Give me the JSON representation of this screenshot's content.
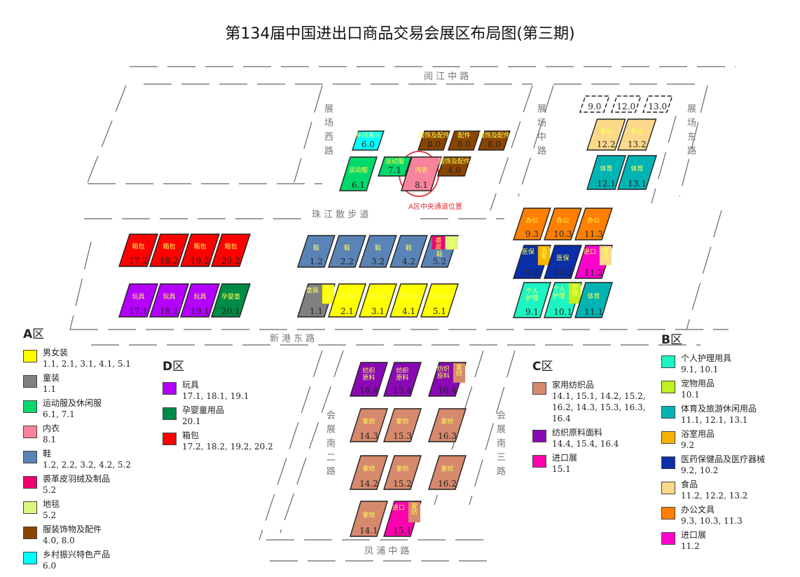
{
  "title": "第134届中国进出口商品交易会展区布局图(第三期)",
  "roads": {
    "yuejiang": "阅 江 中 路",
    "west": "展场西路",
    "middle": "展场中路",
    "east": "展场东路",
    "zhujiang": "珠 江 散 步 道",
    "xingang": "新 港 东 路",
    "south2": "会展南二路",
    "south3": "会展南三路",
    "fengpu": "凤 浦 中 路"
  },
  "annotation": "A区中央通道位置",
  "colors": {
    "yellow": "#ffff00",
    "gray": "#808080",
    "green": "#00d86a",
    "pink": "#f7849c",
    "blue": "#5a83b6",
    "fur": "#f0006e",
    "carpet": "#dcf67c",
    "brown": "#8a4500",
    "cyan": "#00ffff",
    "toy": "#b400ff",
    "baby": "#008c46",
    "bag": "#ff0000",
    "home": "#d6896c",
    "fabric": "#8a08b6",
    "importC": "#ff00b0",
    "care": "#1cf5c2",
    "pet": "#c0f020",
    "sport": "#00b4b4",
    "bath": "#f6b400",
    "med": "#0a2fa8",
    "food": "#fcd98a",
    "office": "#ff8000",
    "importB": "#ff00cc"
  },
  "halls": [
    {
      "id": "17.2",
      "label": "箱包",
      "color": "bag"
    },
    {
      "id": "18.2",
      "label": "箱包",
      "color": "bag"
    },
    {
      "id": "19.2",
      "label": "箱包",
      "color": "bag"
    },
    {
      "id": "20.2",
      "label": "箱包",
      "color": "bag"
    },
    {
      "id": "17.1",
      "label": "玩具",
      "color": "toy"
    },
    {
      "id": "18.1",
      "label": "玩具",
      "color": "toy"
    },
    {
      "id": "19.1",
      "label": "玩具",
      "color": "toy"
    },
    {
      "id": "20.1",
      "label": "孕婴童",
      "color": "baby"
    },
    {
      "id": "1.2",
      "label": "鞋",
      "color": "blue"
    },
    {
      "id": "2.2",
      "label": "鞋",
      "color": "blue"
    },
    {
      "id": "3.2",
      "label": "鞋",
      "color": "blue"
    },
    {
      "id": "4.2",
      "label": "鞋",
      "color": "blue"
    },
    {
      "id": "5.2",
      "label": "鞋",
      "color": "blue",
      "parts": [
        {
          "label": "裘皮",
          "color": "fur"
        },
        {
          "label": "地毯",
          "color": "carpet"
        }
      ]
    },
    {
      "id": "1.1",
      "label": "童装",
      "color": "gray",
      "parts": [
        {
          "label": "男女装",
          "color": "yellow"
        }
      ]
    },
    {
      "id": "2.1",
      "label": "男女装",
      "color": "yellow"
    },
    {
      "id": "3.1",
      "label": "男女装",
      "color": "yellow"
    },
    {
      "id": "4.1",
      "label": "男女装",
      "color": "yellow"
    },
    {
      "id": "5.1",
      "label": "男女装",
      "color": "yellow"
    },
    {
      "id": "6.0",
      "label": "乡村振兴",
      "color": "cyan"
    },
    {
      "id": "8.0",
      "label": "服饰及配件",
      "color": "brown"
    },
    {
      "id": "8.0",
      "label": "配件",
      "color": "brown"
    },
    {
      "id": "8.0",
      "label": "服饰及配件",
      "color": "brown"
    },
    {
      "id": "6.1",
      "label": "运动服",
      "color": "green"
    },
    {
      "id": "7.1",
      "label": "运动服",
      "color": "green"
    },
    {
      "id": "8.1",
      "label": "内衣",
      "color": "pink"
    },
    {
      "id": "4.0",
      "label": "服饰及配件",
      "color": "brown"
    },
    {
      "id": "9.0",
      "label": "",
      "color": "none"
    },
    {
      "id": "12.0",
      "label": "",
      "color": "none"
    },
    {
      "id": "13.0",
      "label": "",
      "color": "none"
    },
    {
      "id": "12.2",
      "label": "食品",
      "color": "food"
    },
    {
      "id": "13.2",
      "label": "食品",
      "color": "food"
    },
    {
      "id": "12.1",
      "label": "体育",
      "color": "sport"
    },
    {
      "id": "13.1",
      "label": "体育",
      "color": "sport"
    },
    {
      "id": "9.3",
      "label": "办公",
      "color": "office"
    },
    {
      "id": "10.3",
      "label": "办公",
      "color": "office"
    },
    {
      "id": "11.3",
      "label": "办公",
      "color": "office"
    },
    {
      "id": "9.2",
      "label": "医保",
      "color": "med",
      "parts": [
        {
          "label": "浴室",
          "color": "bath"
        }
      ]
    },
    {
      "id": "10.2",
      "label": "医保",
      "color": "med"
    },
    {
      "id": "11.2",
      "label": "进口",
      "color": "importB",
      "parts": [
        {
          "label": "食品",
          "color": "food"
        }
      ]
    },
    {
      "id": "9.1",
      "label": "个人护理",
      "color": "care"
    },
    {
      "id": "10.1",
      "label": "个人护理",
      "color": "care",
      "parts": [
        {
          "label": "宠物",
          "color": "pet"
        }
      ]
    },
    {
      "id": "11.1",
      "label": "体育",
      "color": "sport"
    },
    {
      "id": "14.4",
      "label": "纺织原料",
      "color": "fabric"
    },
    {
      "id": "15.4",
      "label": "纺织原料",
      "color": "fabric"
    },
    {
      "id": "16.4",
      "label": "纺织原料",
      "color": "fabric",
      "parts": [
        {
          "label": "家纺",
          "color": "home"
        }
      ]
    },
    {
      "id": "14.3",
      "label": "家纺",
      "color": "home"
    },
    {
      "id": "15.3",
      "label": "家纺",
      "color": "home"
    },
    {
      "id": "16.3",
      "label": "家纺",
      "color": "home"
    },
    {
      "id": "14.2",
      "label": "家纺",
      "color": "home"
    },
    {
      "id": "15.2",
      "label": "家纺",
      "color": "home"
    },
    {
      "id": "16.2",
      "label": "家纺",
      "color": "home"
    },
    {
      "id": "14.1",
      "label": "家纺",
      "color": "home"
    },
    {
      "id": "15.1",
      "label": "进口",
      "color": "importC",
      "parts": [
        {
          "label": "家纺",
          "color": "home"
        }
      ]
    }
  ],
  "legends": {
    "A": {
      "title": "A",
      "suffix": "区",
      "items": [
        {
          "name": "男女装",
          "halls": "1.1, 2.1, 3.1, 4.1, 5.1",
          "color": "yellow"
        },
        {
          "name": "童装",
          "halls": "1.1",
          "color": "gray"
        },
        {
          "name": "运动服及休闲服",
          "halls": "6.1, 7.1",
          "color": "green"
        },
        {
          "name": "内衣",
          "halls": "8.1",
          "color": "pink"
        },
        {
          "name": "鞋",
          "halls": "1.2, 2.2, 3.2, 4.2, 5.2",
          "color": "blue"
        },
        {
          "name": "裘革皮羽绒及制品",
          "halls": "5.2",
          "color": "fur"
        },
        {
          "name": "地毯",
          "halls": "5.2",
          "color": "carpet"
        },
        {
          "name": "服装饰物及配件",
          "halls": "4.0, 8.0",
          "color": "brown"
        },
        {
          "name": "乡村振兴特色产品",
          "halls": "6.0",
          "color": "cyan"
        }
      ]
    },
    "D": {
      "title": "D",
      "suffix": "区",
      "items": [
        {
          "name": "玩具",
          "halls": "17.1, 18.1, 19.1",
          "color": "toy"
        },
        {
          "name": "孕婴童用品",
          "halls": "20.1",
          "color": "baby"
        },
        {
          "name": "箱包",
          "halls": "17.2, 18.2, 19.2, 20.2",
          "color": "bag"
        }
      ]
    },
    "C": {
      "title": "C",
      "suffix": "区",
      "items": [
        {
          "name": "家用纺织品",
          "halls": "14.1, 15.1, 14.2, 15.2, 16.2, 14.3, 15.3, 16.3, 16.4",
          "color": "home"
        },
        {
          "name": "纺织原料面料",
          "halls": "14.4, 15.4, 16.4",
          "color": "fabric"
        },
        {
          "name": "进口展",
          "halls": "15.1",
          "color": "importC"
        }
      ]
    },
    "B": {
      "title": "B",
      "suffix": "区",
      "items": [
        {
          "name": "个人护理用具",
          "halls": "9.1, 10.1",
          "color": "care"
        },
        {
          "name": "宠物用品",
          "halls": "10.1",
          "color": "pet"
        },
        {
          "name": "体育及旅游休闲用品",
          "halls": "11.1, 12.1, 13.1",
          "color": "sport"
        },
        {
          "name": "浴室用品",
          "halls": "9.2",
          "color": "bath"
        },
        {
          "name": "医药保健品及医疗器械",
          "halls": "9.2, 10.2",
          "color": "med"
        },
        {
          "name": "食品",
          "halls": "11.2, 12.2, 13.2",
          "color": "food"
        },
        {
          "name": "办公文具",
          "halls": "9.3, 10.3, 11.3",
          "color": "office"
        },
        {
          "name": "进口展",
          "halls": "11.2",
          "color": "importB"
        }
      ]
    }
  }
}
